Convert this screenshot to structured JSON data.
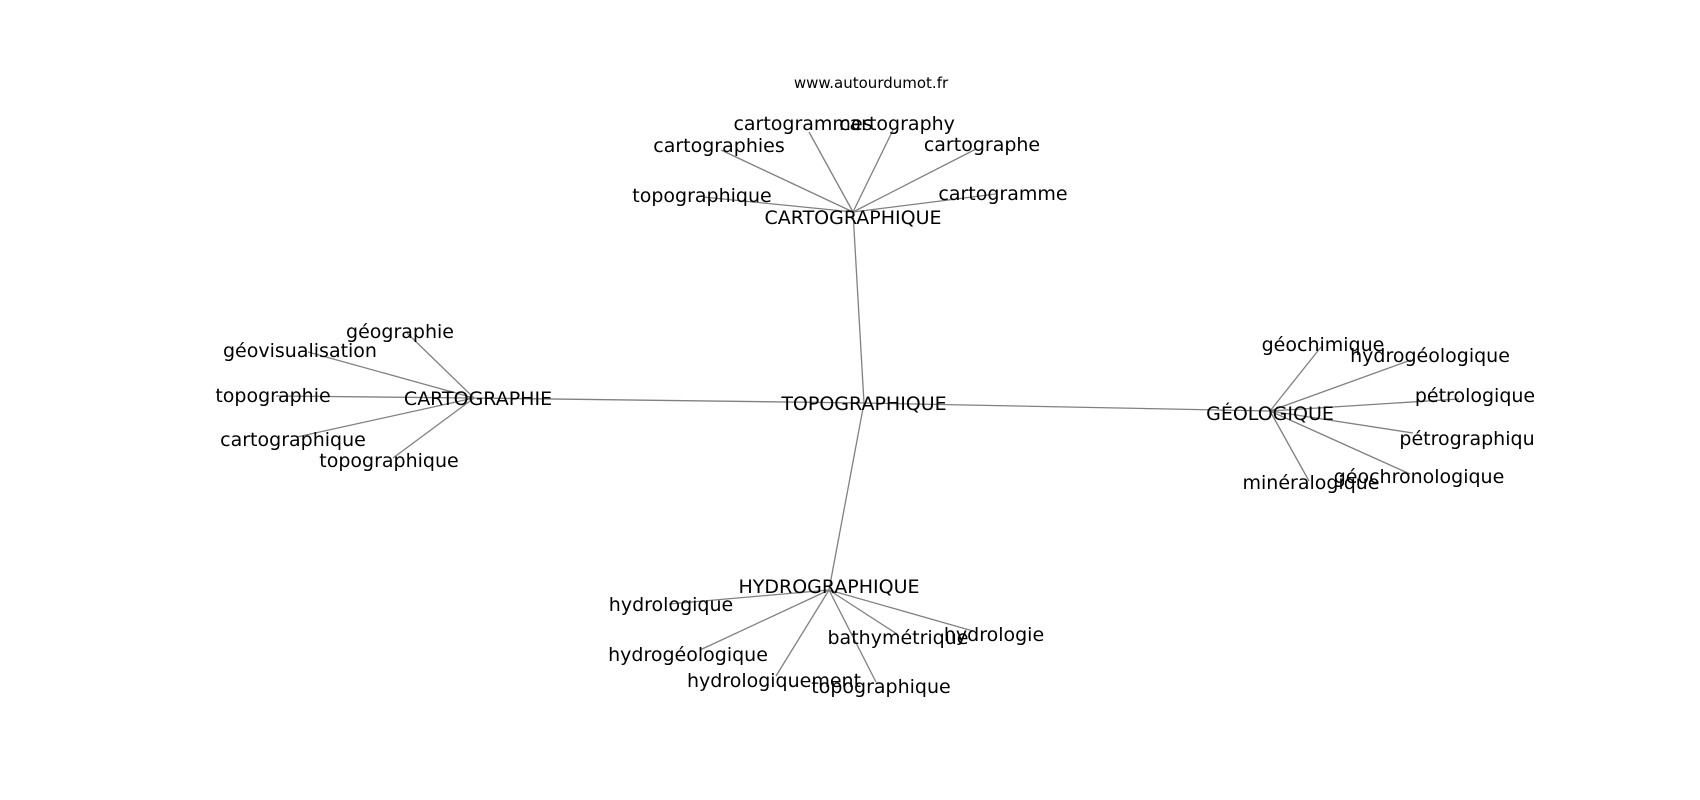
{
  "watermark": "www.autourdumot.fr",
  "colors": {
    "edge": "#808080",
    "text": "#000000",
    "background": "#ffffff"
  },
  "center": "TOPOGRAPHIQUE",
  "hubs": [
    {
      "id": "cartographique",
      "label": "CARTOGRAPHIQUE",
      "leaves": [
        "cartogrammes",
        "cartography",
        "cartographies",
        "cartographe",
        "topographique",
        "cartogramme"
      ]
    },
    {
      "id": "cartographie",
      "label": "CARTOGRAPHIE",
      "leaves": [
        "géographie",
        "géovisualisation",
        "topographie",
        "cartographique",
        "topographique"
      ]
    },
    {
      "id": "geologique",
      "label": "GÉOLOGIQUE",
      "leaves": [
        "géochimique",
        "hydrogéologique",
        "pétrologique",
        "pétrographiqu",
        "géochronologique",
        "minéralogique"
      ]
    },
    {
      "id": "hydrographique",
      "label": "HYDROGRAPHIQUE",
      "leaves": [
        "hydrologique",
        "hydrogéologique",
        "hydrologiquement",
        "topographique",
        "bathymétrique",
        "hydrologie"
      ]
    }
  ]
}
